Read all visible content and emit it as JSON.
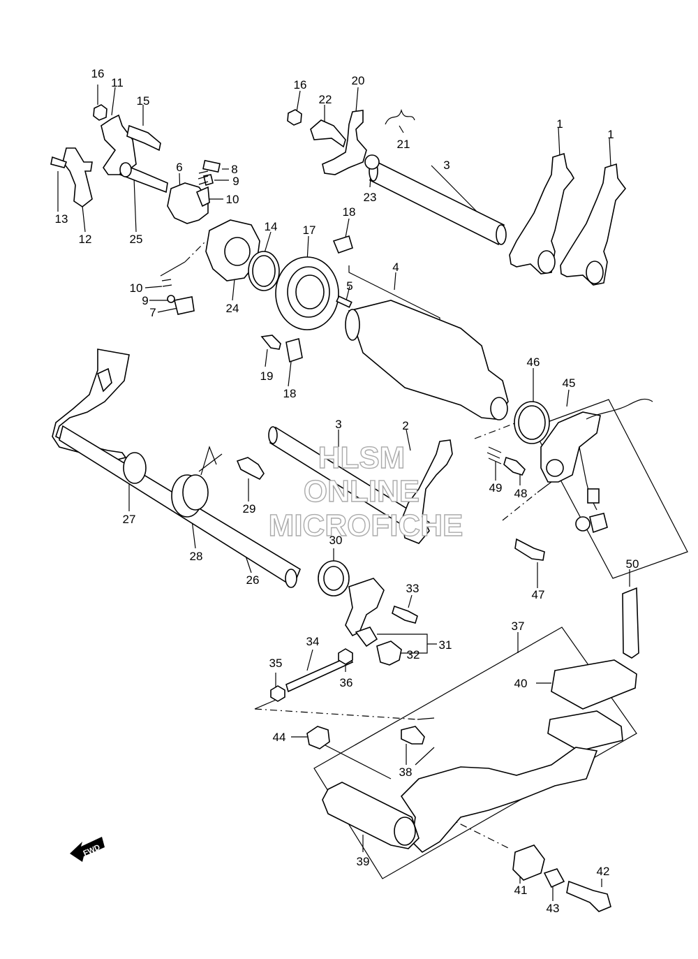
{
  "part_labels": [
    "1",
    "1",
    "2",
    "3",
    "3",
    "4",
    "5",
    "6",
    "7",
    "8",
    "9",
    "9",
    "10",
    "10",
    "11",
    "12",
    "13",
    "14",
    "15",
    "16",
    "16",
    "17",
    "18",
    "18",
    "19",
    "20",
    "21",
    "22",
    "23",
    "24",
    "25",
    "26",
    "27",
    "28",
    "29",
    "30",
    "31",
    "32",
    "33",
    "34",
    "35",
    "36",
    "37",
    "38",
    "39",
    "40",
    "41",
    "42",
    "43",
    "44",
    "45",
    "46",
    "47",
    "48",
    "49",
    "50"
  ],
  "watermark": {
    "line1": "HLSM",
    "line2": "ONLINE",
    "line3": "MICROFICHE"
  },
  "fwd_label": "FWD"
}
